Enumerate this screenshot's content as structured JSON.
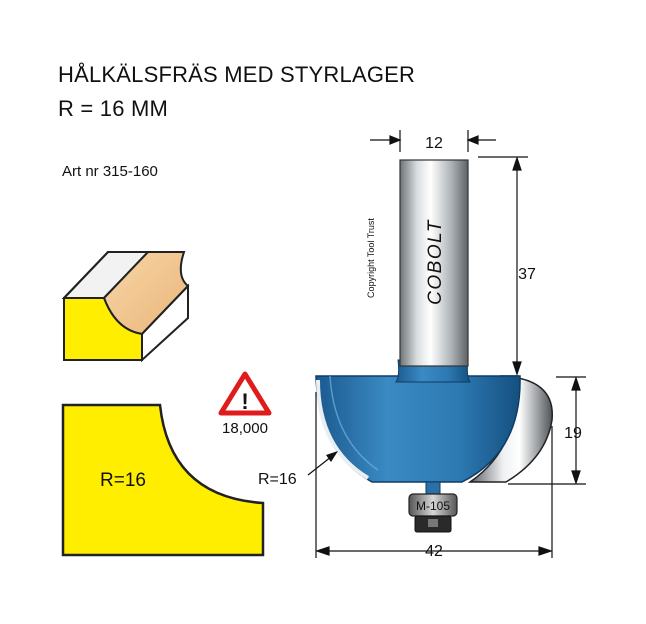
{
  "title_line1": "HÅLKÄLSFRÄS MED STYRLAGER",
  "title_line2": "R = 16 MM",
  "article": "Art nr 315-160",
  "brand": "COBOLT",
  "copyright": "Copyright Tool Trust",
  "bearing_label": "M-105",
  "profile_label": "R=16",
  "radius_callout": "R=16",
  "warning": {
    "symbol": "!",
    "max_rpm": "18,000"
  },
  "dimensions": {
    "shank_diameter": "12",
    "shank_length": "37",
    "cut_height": "19",
    "cut_diameter": "42"
  },
  "colors": {
    "profile_yellow": "#ffee00",
    "wood": "#f5c98f",
    "cutter_blue": "#2e7bb3",
    "warning_red": "#e01b1b"
  }
}
